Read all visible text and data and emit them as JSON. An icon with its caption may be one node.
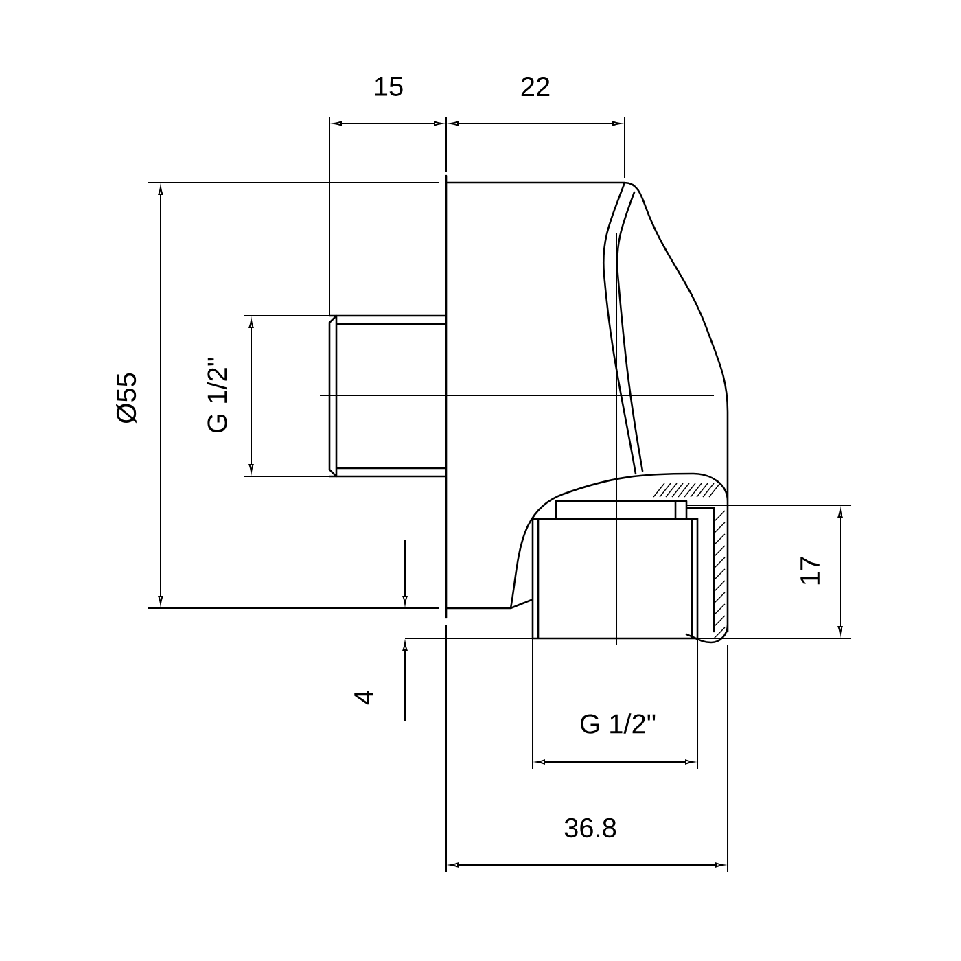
{
  "diagram": {
    "labels": [
      "15",
      "22",
      "Ø55",
      "G 1/2\"",
      "17",
      "4",
      "G 1/2\"",
      "36.8"
    ]
  }
}
